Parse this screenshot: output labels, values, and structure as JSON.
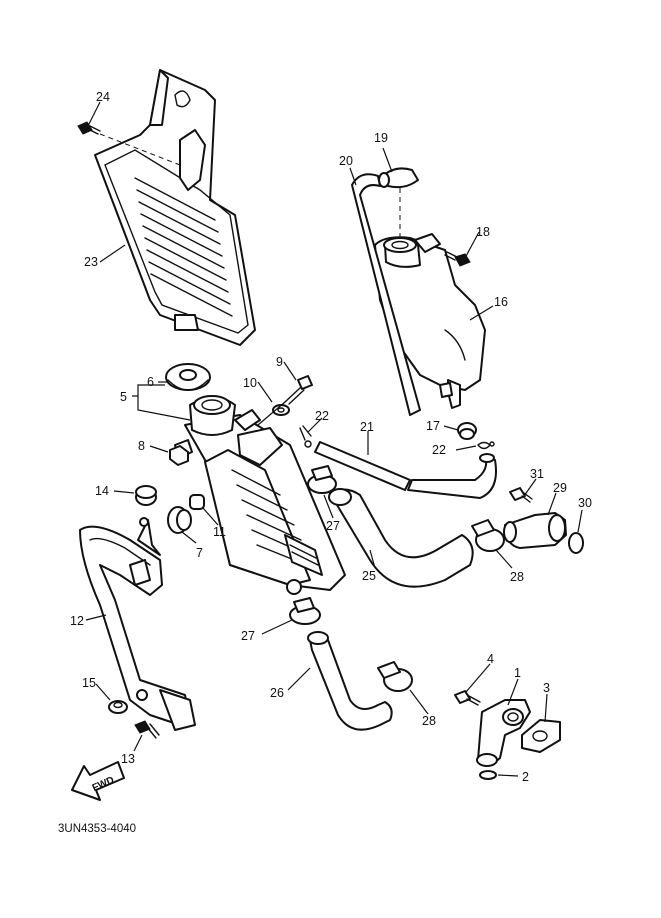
{
  "diagram": {
    "part_labels": [
      "1",
      "2",
      "3",
      "4",
      "5",
      "6",
      "7",
      "8",
      "9",
      "10",
      "11",
      "12",
      "13",
      "14",
      "15",
      "16",
      "17",
      "18",
      "19",
      "20",
      "21",
      "22",
      "22",
      "23",
      "24",
      "25",
      "26",
      "27",
      "27",
      "28",
      "28",
      "29",
      "30",
      "31"
    ],
    "fwd_label": "FWD",
    "drawing_code": "3UN4353-4040"
  }
}
